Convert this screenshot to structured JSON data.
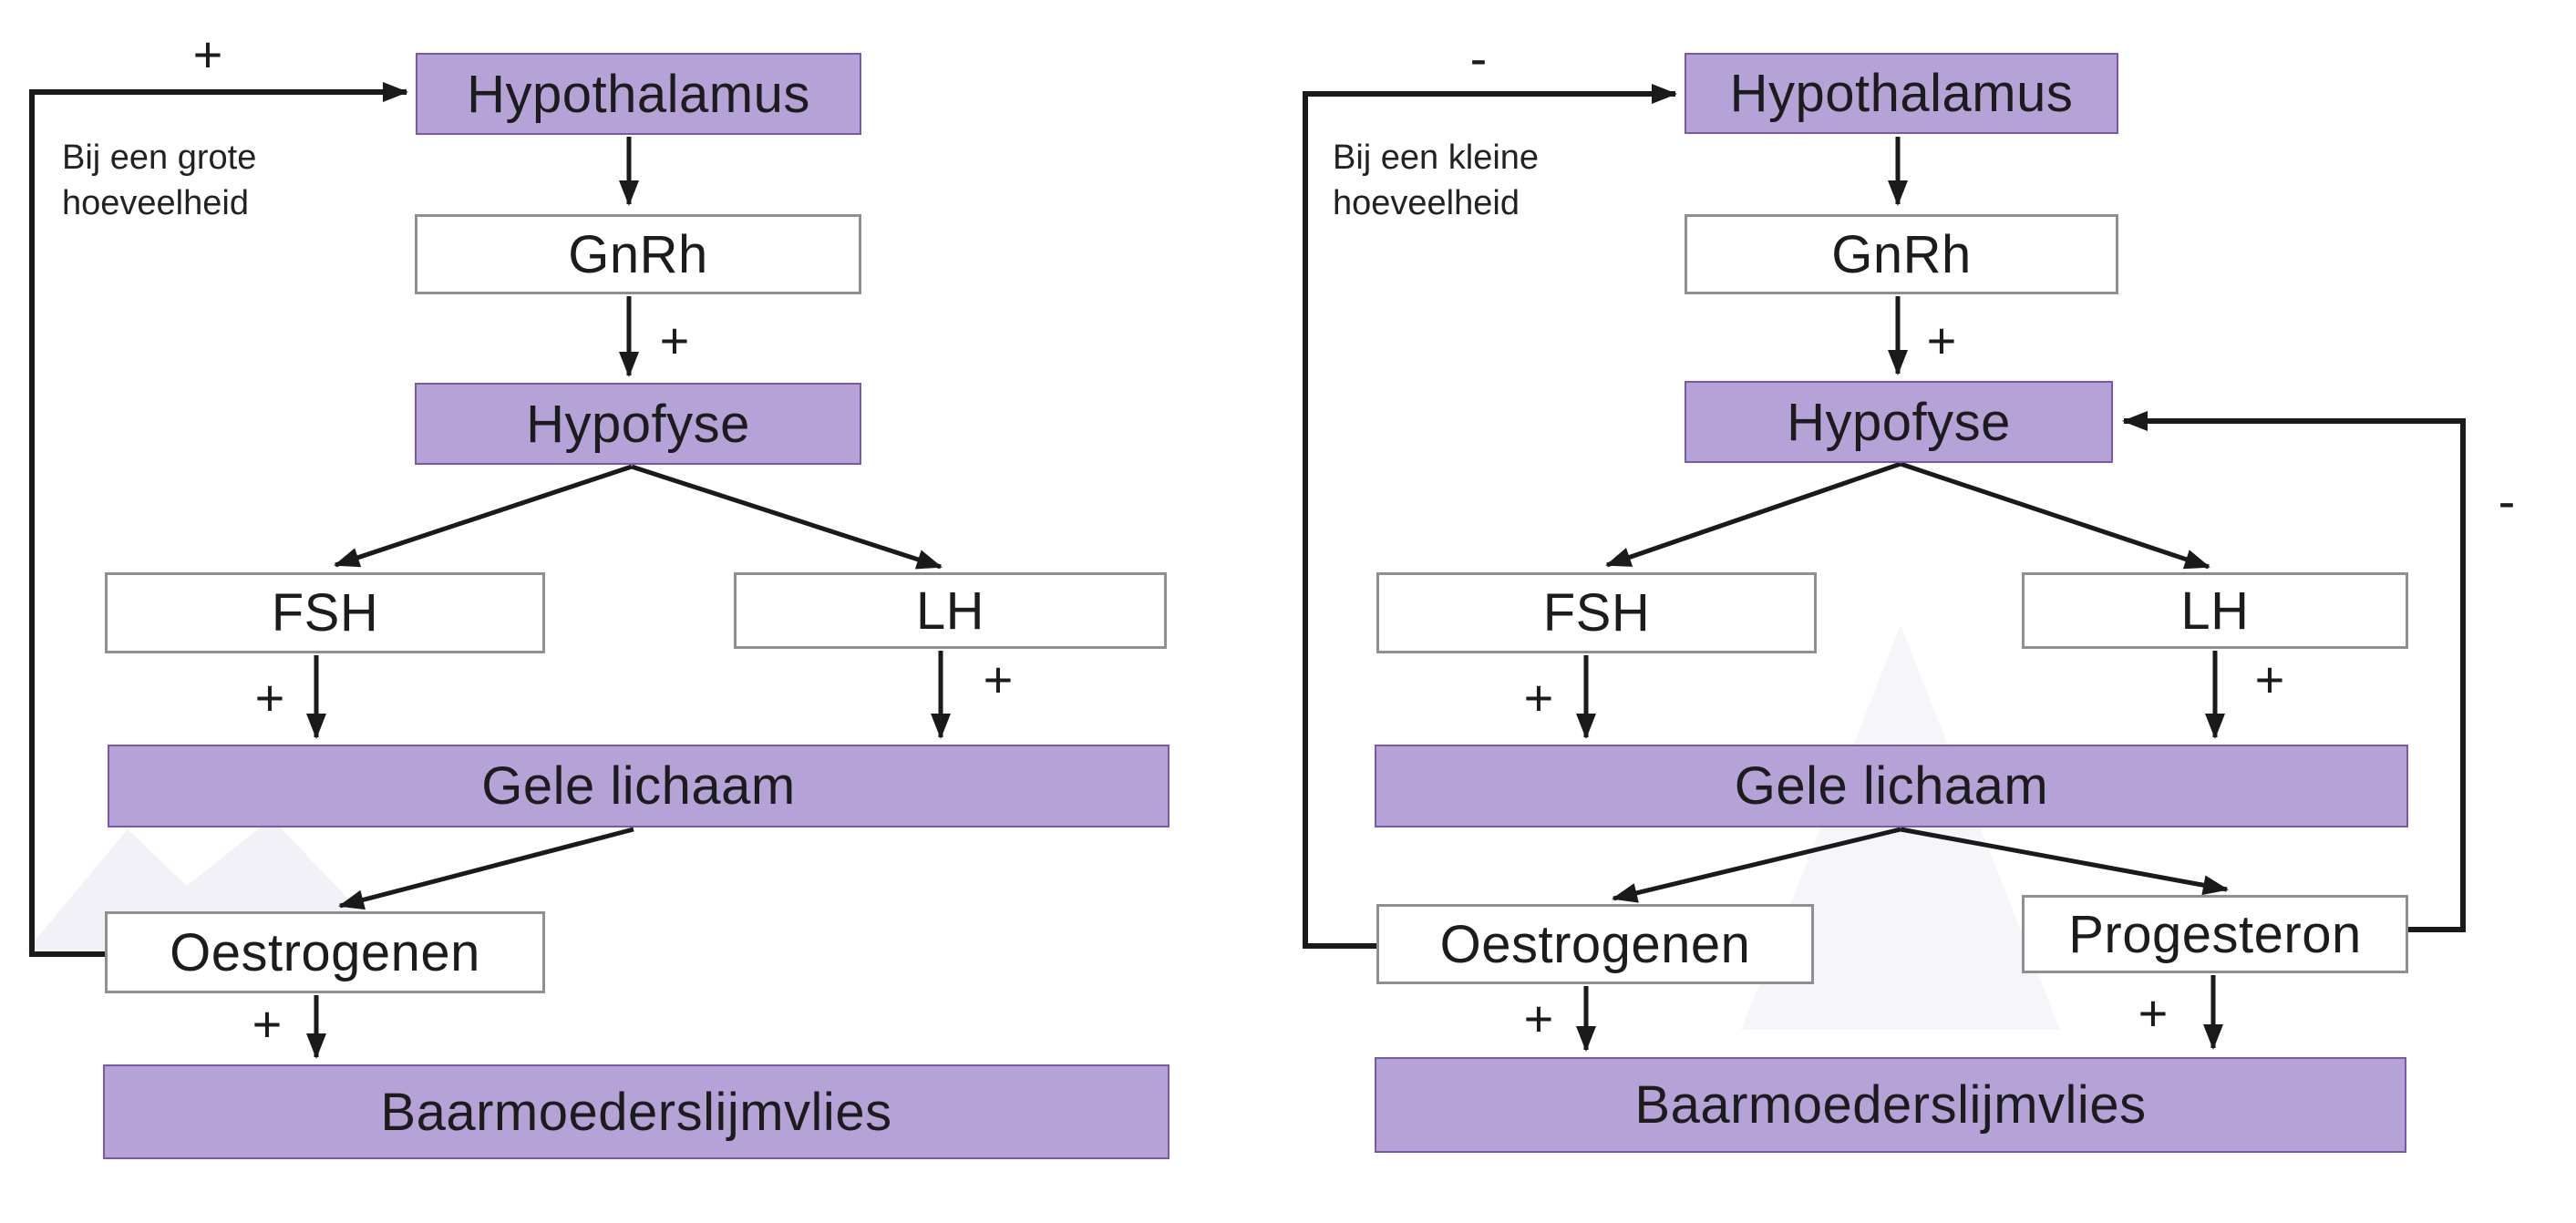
{
  "signs": {
    "plus": "+",
    "minus": "-"
  },
  "left": {
    "caption": "Bij een grote\nhoeveelheid",
    "feedback_sign": "+",
    "nodes": {
      "hypothalamus": "Hypothalamus",
      "gnrh": "GnRh",
      "hypofyse": "Hypofyse",
      "fsh": "FSH",
      "lh": "LH",
      "gele_lichaam": "Gele lichaam",
      "oestrogenen": "Oestrogenen",
      "baarmoederslijmvlies": "Baarmoederslijmvlies"
    },
    "edges": [
      {
        "from": "Oestrogenen",
        "to": "Hypothalamus",
        "sign": "+",
        "type": "feedback"
      },
      {
        "from": "Hypothalamus",
        "to": "GnRh",
        "sign": ""
      },
      {
        "from": "GnRh",
        "to": "Hypofyse",
        "sign": "+"
      },
      {
        "from": "Hypofyse",
        "to": "FSH",
        "sign": ""
      },
      {
        "from": "Hypofyse",
        "to": "LH",
        "sign": ""
      },
      {
        "from": "FSH",
        "to": "Gele lichaam",
        "sign": "+"
      },
      {
        "from": "LH",
        "to": "Gele lichaam",
        "sign": "+"
      },
      {
        "from": "Gele lichaam",
        "to": "Oestrogenen",
        "sign": ""
      },
      {
        "from": "Oestrogenen",
        "to": "Baarmoederslijmvlies",
        "sign": "+"
      }
    ]
  },
  "right": {
    "caption": "Bij een kleine\nhoeveelheid",
    "feedback_sign_top": "-",
    "feedback_sign_side": "-",
    "nodes": {
      "hypothalamus": "Hypothalamus",
      "gnrh": "GnRh",
      "hypofyse": "Hypofyse",
      "fsh": "FSH",
      "lh": "LH",
      "gele_lichaam": "Gele lichaam",
      "oestrogenen": "Oestrogenen",
      "progesteron": "Progesteron",
      "baarmoederslijmvlies": "Baarmoederslijmvlies"
    },
    "edges": [
      {
        "from": "Oestrogenen",
        "to": "Hypothalamus",
        "sign": "-",
        "type": "feedback"
      },
      {
        "from": "Progesteron",
        "to": "Hypofyse",
        "sign": "-",
        "type": "feedback"
      },
      {
        "from": "Hypothalamus",
        "to": "GnRh",
        "sign": ""
      },
      {
        "from": "GnRh",
        "to": "Hypofyse",
        "sign": "+"
      },
      {
        "from": "Hypofyse",
        "to": "FSH",
        "sign": ""
      },
      {
        "from": "Hypofyse",
        "to": "LH",
        "sign": ""
      },
      {
        "from": "FSH",
        "to": "Gele lichaam",
        "sign": "+"
      },
      {
        "from": "LH",
        "to": "Gele lichaam",
        "sign": "+"
      },
      {
        "from": "Gele lichaam",
        "to": "Oestrogenen",
        "sign": ""
      },
      {
        "from": "Gele lichaam",
        "to": "Progesteron",
        "sign": ""
      },
      {
        "from": "Oestrogenen",
        "to": "Baarmoederslijmvlies",
        "sign": "+"
      },
      {
        "from": "Progesteron",
        "to": "Baarmoederslijmvlies",
        "sign": "+"
      }
    ]
  },
  "colors": {
    "purple_fill": "#b5a3d8",
    "purple_border": "#7a57a8",
    "white_fill": "#ffffff",
    "white_border": "#8f8f8f",
    "arrow": "#1a1a1a",
    "text": "#1c1c1c",
    "watermark": "#f2f1f7",
    "watermark_light": "#f6f5fa"
  }
}
